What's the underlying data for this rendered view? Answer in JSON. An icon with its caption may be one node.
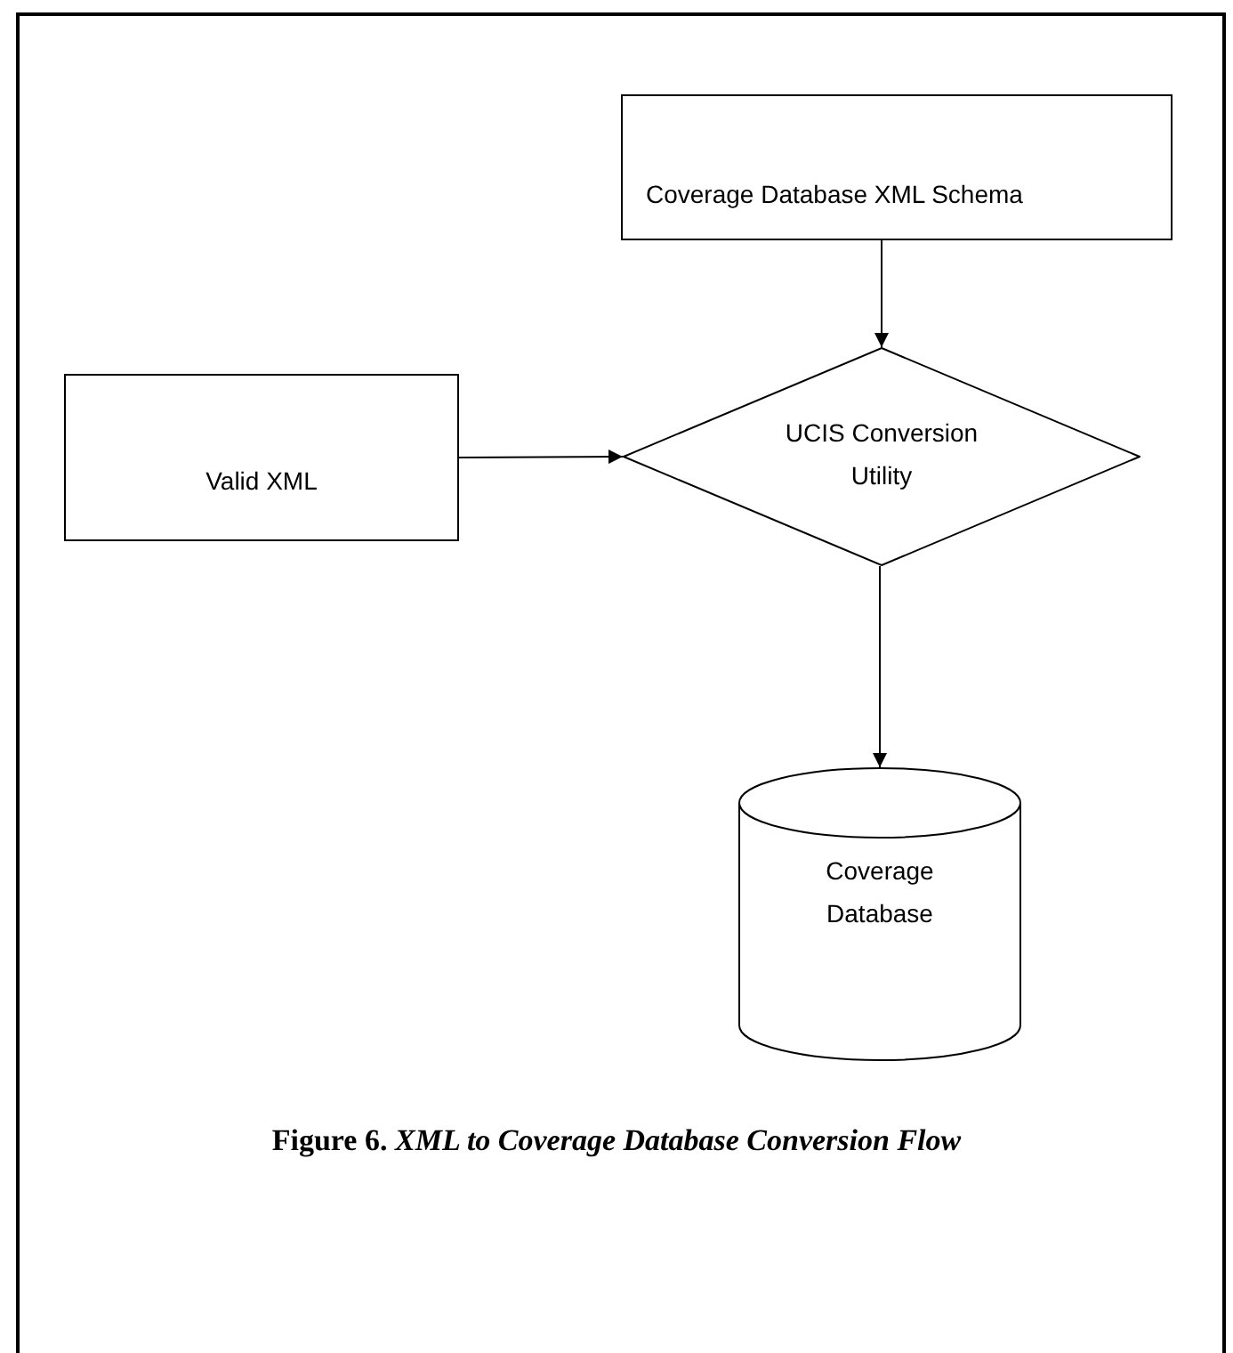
{
  "diagram": {
    "caption": "**Figure 6.** *XML to Coverage Database Conversion Flow*",
    "nodes": [
      {
        "text": [
          "Coverage Database XML Schema"
        ]
      },
      {
        "text": [
          "Valid XML"
        ]
      },
      {
        "text": [
          "UCIS Conversion Utility"
        ]
      },
      {
        "text": [
          "Coverage Database"
        ]
      }
    ],
    "edges": [
      {
        "from": 0,
        "to": 2,
        "arrow": "to"
      },
      {
        "from": 1,
        "to": 2,
        "arrow": "to"
      },
      {
        "from": 2,
        "to": 3,
        "arrow": "to"
      }
    ]
  }
}
